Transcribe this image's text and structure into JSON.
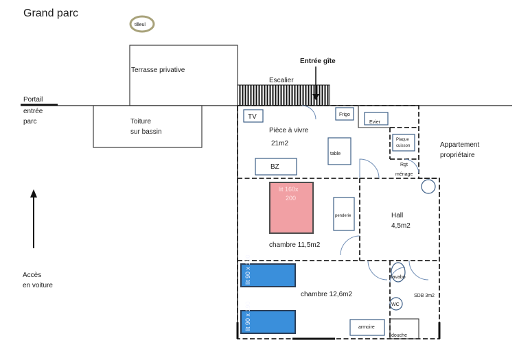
{
  "title": "Grand parc",
  "labels": {
    "tree": "tilleul",
    "terrace": "Terrasse privative",
    "roof_line1": "Toiture",
    "roof_line2": "sur bassin",
    "stairs": "Escalier",
    "entrance": "Entrée gîte",
    "gate_line1": "Portail",
    "gate_line2": "entrée",
    "gate_line3": "parc",
    "car_line1": "Accès",
    "car_line2": "en voiture",
    "owner_line1": "Appartement",
    "owner_line2": "propriétaire"
  },
  "rooms": {
    "living_line1": "Pièce à vivre",
    "living_line2": "21m2",
    "bedroom1": "chambre 11,5m2",
    "bedroom2": "chambre 12,6m2",
    "hall_line1": "Hall",
    "hall_line2": "4,5m2",
    "bathroom": "SDB 3m2",
    "storage_line1": "Rgt",
    "storage_line2": "ménage"
  },
  "furniture": {
    "tv": "TV",
    "fridge": "Frigo",
    "sink": "Evier",
    "hob_line1": "Plaque",
    "hob_line2": "cuisson",
    "table": "table",
    "sofa_bed": "BZ",
    "double_bed_line1": "lit 160x",
    "double_bed_line2": "200",
    "wardrobe": "penderie",
    "single_bed_1": "lit 90 x 190",
    "single_bed_2": "lit 90 x 190",
    "closet": "armoire",
    "washbasin": "lavabo",
    "wc": "WC",
    "shower": "douche"
  },
  "colors": {
    "double_bed": "#f1a0a4",
    "single_bed": "#3a8fdb",
    "furniture_stroke": "#3b5d86"
  }
}
